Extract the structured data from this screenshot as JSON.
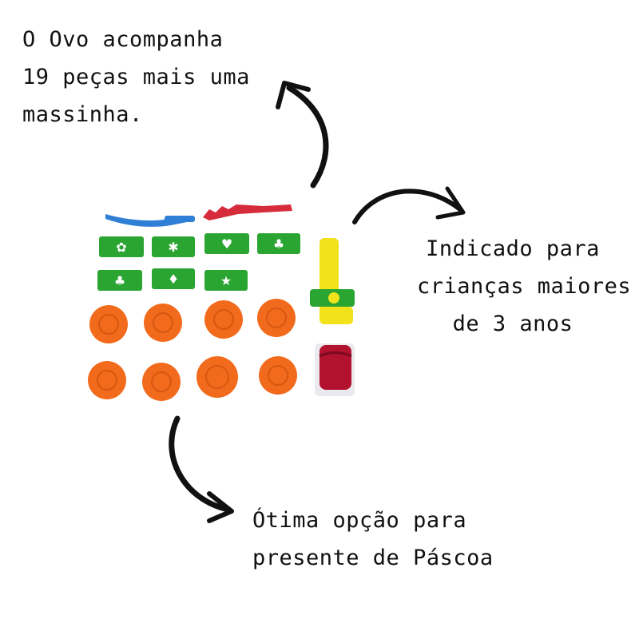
{
  "captions": {
    "pieces": [
      "O Ovo acompanha",
      "19  peças mais uma",
      "massinha."
    ],
    "age": [
      "Indicado para",
      "crianças maiores",
      "de 3 anos"
    ],
    "gift": [
      "Ótima opção para",
      "presente de Páscoa"
    ]
  },
  "colors": {
    "text": "#111111",
    "green": "#2aa531",
    "orange": "#f26a1b",
    "blue": "#2f7fd6",
    "red": "#d62b3a",
    "yellow": "#f2e21c",
    "dough": "#b3122f"
  },
  "product": {
    "tools": 2,
    "stamps": [
      {
        "shape": "butterfly-icon"
      },
      {
        "shape": "flower-icon"
      },
      {
        "shape": "heart-icon"
      },
      {
        "shape": "club-icon"
      },
      {
        "shape": "club-icon"
      },
      {
        "shape": "diamond-icon"
      },
      {
        "shape": "star-icon"
      }
    ],
    "molds": 8,
    "extras": [
      "roller-press",
      "dough-pot"
    ]
  }
}
